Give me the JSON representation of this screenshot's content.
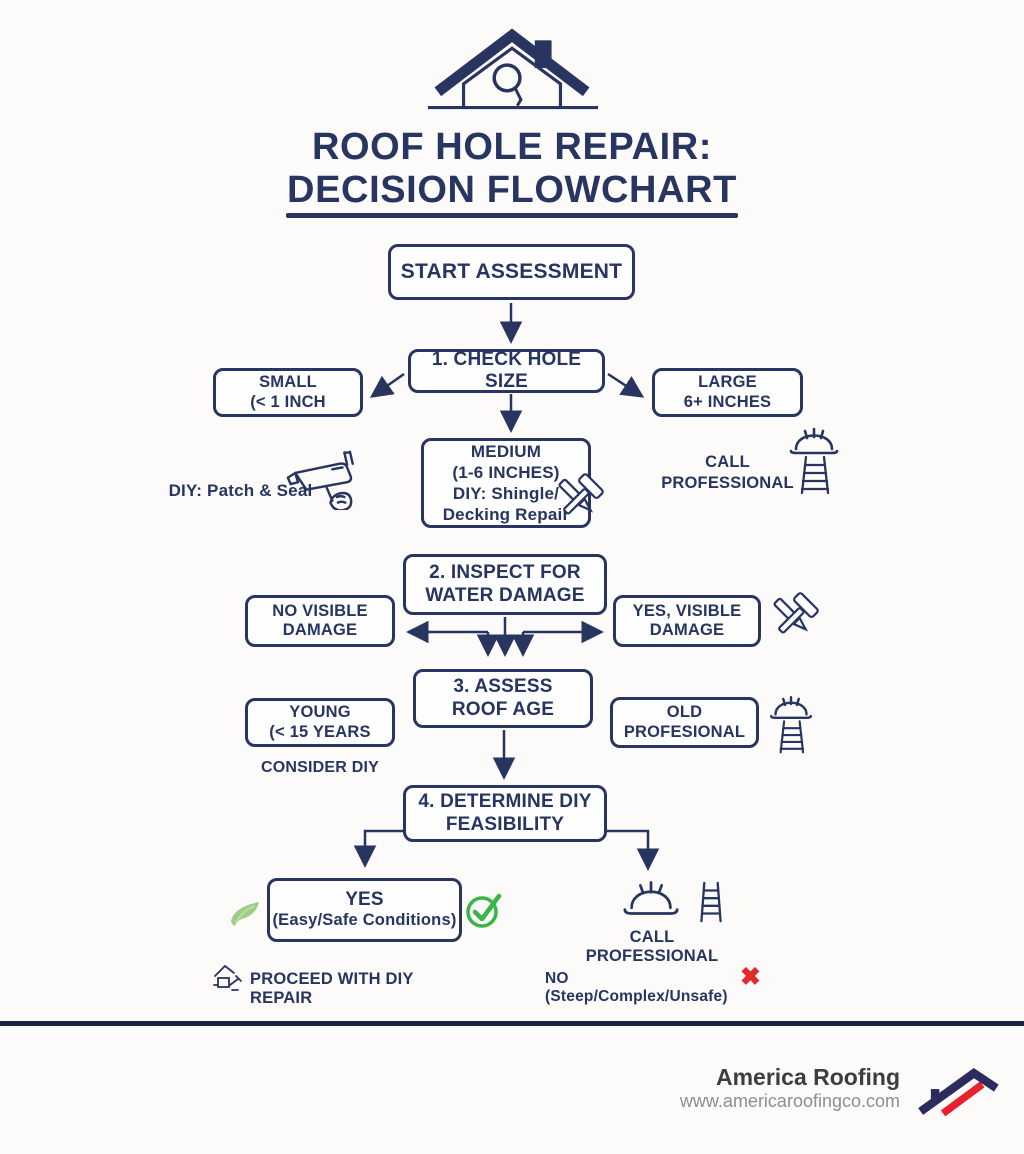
{
  "header": {
    "title_line1": "ROOF HOLE REPAIR:",
    "title_line2": "DECISION FLOWCHART"
  },
  "flowchart": {
    "start": {
      "label": "START ASSESSMENT"
    },
    "step1": {
      "label": "1. CHECK HOLE SIZE"
    },
    "small": {
      "line1": "SMALL",
      "line2": "(< 1 INCH"
    },
    "large": {
      "line1": "LARGE",
      "line2": "6+ INCHES"
    },
    "medium": {
      "line1": "MEDIUM",
      "line2": "(1-6 INCHES)",
      "line3": "DIY: Shingle/",
      "line4": "Decking Repair"
    },
    "diy_patch": {
      "label": "DIY: Patch & Seal"
    },
    "call_professional_top": {
      "line1": "CALL",
      "line2": "PROFESSIONAL"
    },
    "step2": {
      "line1": "2. INSPECT FOR",
      "line2": "WATER DAMAGE"
    },
    "no_damage": {
      "line1": "NO VISIBLE",
      "line2": "DAMAGE"
    },
    "yes_damage": {
      "line1": "YES, VISIBLE",
      "line2": "DAMAGE"
    },
    "step3": {
      "line1": "3. ASSESS",
      "line2": "ROOF AGE"
    },
    "young": {
      "line1": "YOUNG",
      "line2": "(< 15 YEARS"
    },
    "consider_diy": {
      "label": "CONSIDER DIY"
    },
    "old": {
      "line1": "OLD",
      "line2": "PROFESIONAL"
    },
    "step4": {
      "line1": "4. DETERMINE DIY",
      "line2": "FEASIBILITY"
    },
    "yes_box": {
      "line1": "YES",
      "line2": "(Easy/Safe Conditions)"
    },
    "call_professional_bottom": {
      "label": "CALL PROFESSIONAL"
    },
    "proceed": {
      "label": "PROCEED WITH DIY REPAIR"
    },
    "no_unsafe": {
      "label": "NO (Steep/Complex/Unsafe)"
    },
    "no_unsafe_mark": "✖"
  },
  "footer": {
    "brand": "America Roofing",
    "website": "www.americaroofingco.com"
  },
  "icons": [
    "house-inspection-icon",
    "glue-gun-icon",
    "hard-hat-ladder-icon",
    "crossed-tools-icon",
    "hard-hat-icon",
    "ladder-icon",
    "leaf-icon",
    "check-circle-icon",
    "x-mark-icon",
    "diy-tools-icon",
    "roof-logo-icon"
  ],
  "colors": {
    "navy": "#273560",
    "green": "#3bb54a",
    "light_green": "#9fcd85",
    "red": "#e02b2b",
    "divider": "#1e2146",
    "logo_navy": "#2b2b5e",
    "logo_red": "#e8222d"
  }
}
